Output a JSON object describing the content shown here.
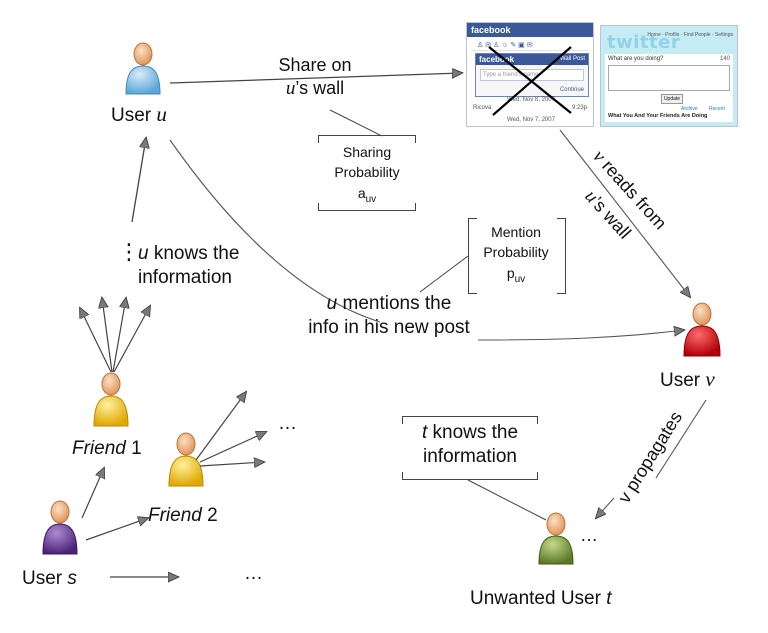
{
  "nodes": {
    "user_u": {
      "prefix": "User ",
      "var": "u"
    },
    "user_v": {
      "prefix": "User ",
      "var": "v"
    },
    "user_s": {
      "prefix": "User ",
      "var": "s"
    },
    "user_t": {
      "prefix": "Unwanted User ",
      "var": "t"
    },
    "friend1": {
      "name": "Friend",
      "num": " 1"
    },
    "friend2": {
      "name": "Friend",
      "num": " 2"
    }
  },
  "labels": {
    "share_line1": "Share on",
    "share_var": "u",
    "share_line2": "’s wall",
    "sharing_l1": "Sharing",
    "sharing_l2": "Probability",
    "sharing_sym": "a",
    "sharing_sub": "uv",
    "mention_l1": "Mention",
    "mention_l2": "Probability",
    "mention_sym": "p",
    "mention_sub": "uv",
    "reads_var": "v",
    "reads_l1": " reads from",
    "reads_var2": "u",
    "reads_l2": "’s wall",
    "knows_var": "u",
    "knows_l1": " knows the",
    "knows_l2": "information",
    "mentions_var": "u",
    "mentions_l1": " mentions the",
    "mentions_l2": "info in his new post",
    "propagates": "v propagates",
    "t_knows_var": "t",
    "t_knows_l1": " knows the",
    "t_knows_l2": "information",
    "ellipsis": "…",
    "vdots": "⋮"
  },
  "screens": {
    "facebook": {
      "brand": "facebook",
      "popup_title": "facebook",
      "popup_tab": "Wall Post",
      "input_hint": "Type a friend's name",
      "button": "Continue",
      "date1": "Wed, Nov 8, 2007",
      "date2": "Wed, Nov 7, 2007",
      "row_name": "Ricova",
      "row_time": "9:23p"
    },
    "twitter": {
      "brand": "twitter",
      "prompt": "What are you doing?",
      "counter": "140",
      "nav": "Home · Profile · Find People · Settings",
      "button": "Update",
      "footer": "What You And Your Friends Are Doing",
      "tab1": "Archive",
      "tab2": "Recent"
    }
  },
  "colors": {
    "user_blue": "#8ec6ea",
    "user_red": "#e31b23",
    "friend_yellow": "#f5c518",
    "user_purple": "#6b3fa0",
    "user_green": "#7a9a3c",
    "skin": "#f2b27a",
    "arrow": "#555555"
  }
}
